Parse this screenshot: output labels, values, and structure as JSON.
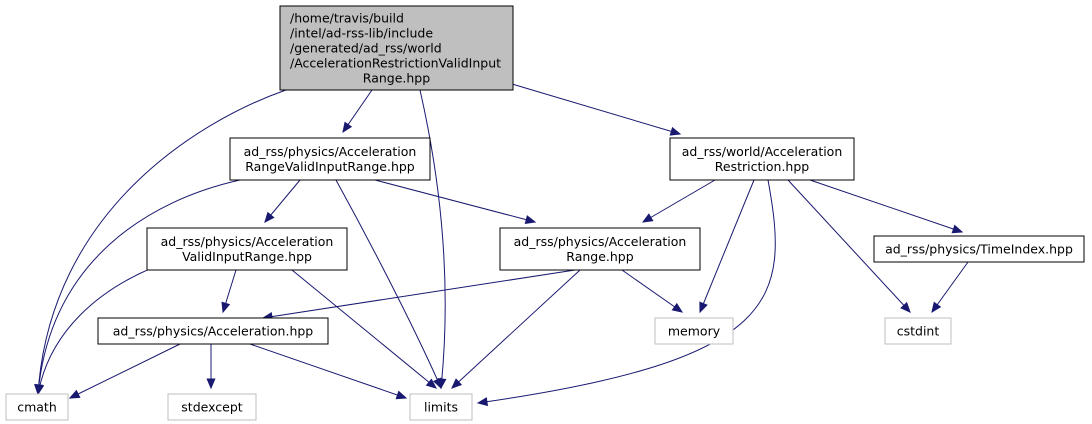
{
  "diagram": {
    "type": "include-dependency-graph",
    "colors": {
      "edge": "#191970",
      "root_fill": "#bfbfbf",
      "node_fill": "#ffffff",
      "node_border": "#000000",
      "system_border": "#bfbfbf"
    },
    "nodes": [
      {
        "id": "root",
        "kind": "root",
        "lines": [
          "/home/travis/build",
          "/intel/ad-rss-lib/include",
          "/generated/ad_rss/world",
          "/AccelerationRestrictionValidInput",
          "Range.hpp"
        ]
      },
      {
        "id": "arvir",
        "kind": "file",
        "lines": [
          "ad_rss/physics/Acceleration",
          "RangeValidInputRange.hpp"
        ]
      },
      {
        "id": "war",
        "kind": "file",
        "lines": [
          "ad_rss/world/Acceleration",
          "Restriction.hpp"
        ]
      },
      {
        "id": "avir",
        "kind": "file",
        "lines": [
          "ad_rss/physics/Acceleration",
          "ValidInputRange.hpp"
        ]
      },
      {
        "id": "ar",
        "kind": "file",
        "lines": [
          "ad_rss/physics/Acceleration",
          "Range.hpp"
        ]
      },
      {
        "id": "ti",
        "kind": "file",
        "lines": [
          "ad_rss/physics/TimeIndex.hpp"
        ]
      },
      {
        "id": "acc",
        "kind": "file",
        "lines": [
          "ad_rss/physics/Acceleration.hpp"
        ]
      },
      {
        "id": "memory",
        "kind": "system",
        "lines": [
          "memory"
        ]
      },
      {
        "id": "cstdint",
        "kind": "system",
        "lines": [
          "cstdint"
        ]
      },
      {
        "id": "cmath",
        "kind": "system",
        "lines": [
          "cmath"
        ]
      },
      {
        "id": "stdexcept",
        "kind": "system",
        "lines": [
          "stdexcept"
        ]
      },
      {
        "id": "limits",
        "kind": "system",
        "lines": [
          "limits"
        ]
      }
    ],
    "edges": [
      {
        "from": "root",
        "to": "cmath"
      },
      {
        "from": "root",
        "to": "arvir"
      },
      {
        "from": "root",
        "to": "limits"
      },
      {
        "from": "root",
        "to": "war"
      },
      {
        "from": "arvir",
        "to": "cmath"
      },
      {
        "from": "arvir",
        "to": "avir"
      },
      {
        "from": "arvir",
        "to": "limits"
      },
      {
        "from": "arvir",
        "to": "ar"
      },
      {
        "from": "war",
        "to": "ar"
      },
      {
        "from": "war",
        "to": "memory"
      },
      {
        "from": "war",
        "to": "limits"
      },
      {
        "from": "war",
        "to": "cstdint"
      },
      {
        "from": "war",
        "to": "ti"
      },
      {
        "from": "avir",
        "to": "cmath"
      },
      {
        "from": "avir",
        "to": "acc"
      },
      {
        "from": "avir",
        "to": "limits"
      },
      {
        "from": "ar",
        "to": "acc"
      },
      {
        "from": "ar",
        "to": "memory"
      },
      {
        "from": "ar",
        "to": "limits"
      },
      {
        "from": "ti",
        "to": "cstdint"
      },
      {
        "from": "acc",
        "to": "cmath"
      },
      {
        "from": "acc",
        "to": "stdexcept"
      },
      {
        "from": "acc",
        "to": "limits"
      }
    ]
  }
}
